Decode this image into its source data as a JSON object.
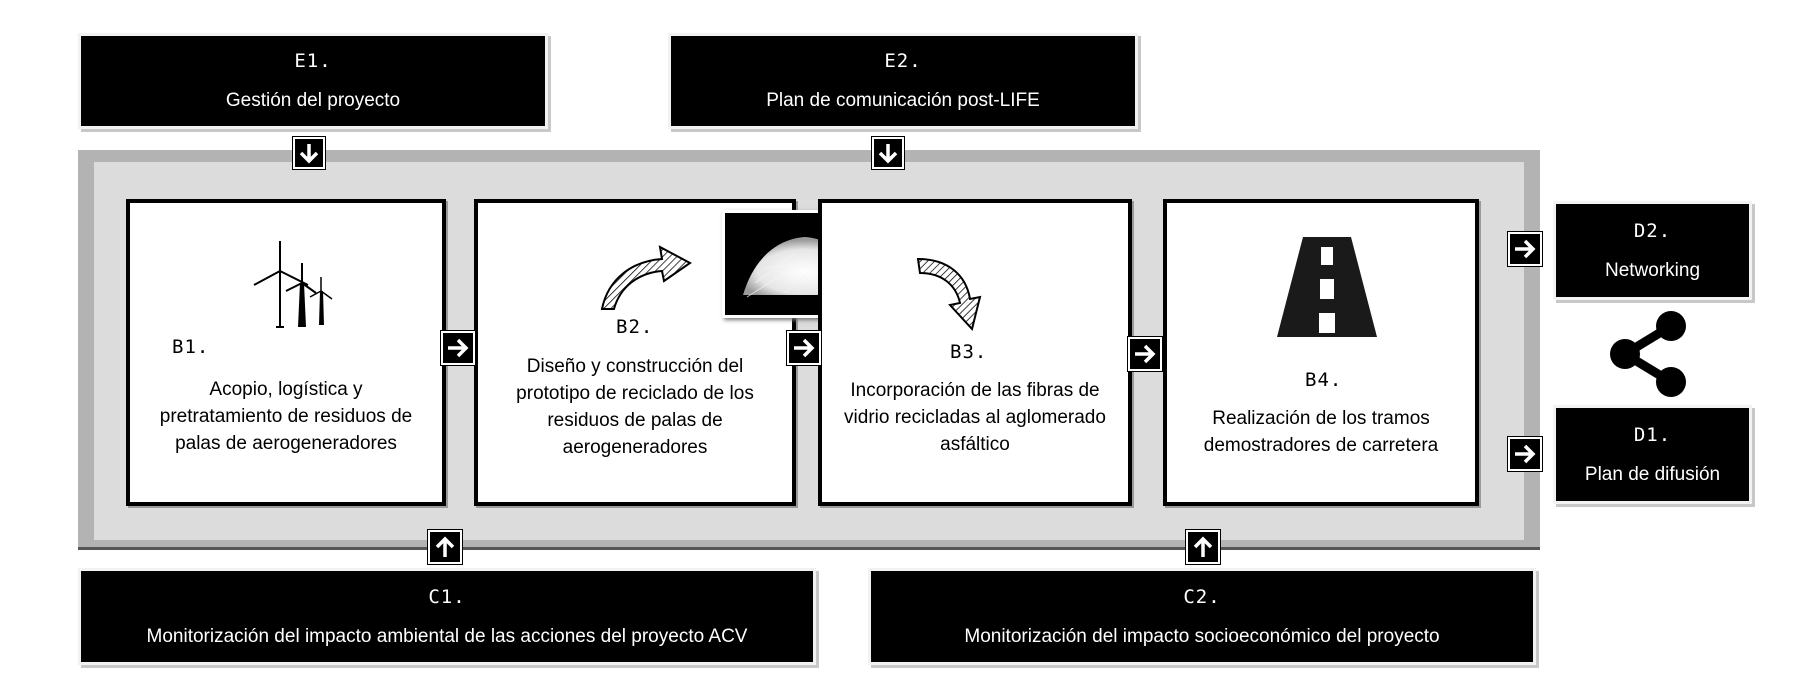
{
  "top": {
    "e1": {
      "code": "E1.",
      "title": "Gestión del proyecto"
    },
    "e2": {
      "code": "E2.",
      "title": "Plan de comunicación post-LIFE"
    }
  },
  "panels": [
    {
      "code": "B1.",
      "text": "Acopio, logística y pretratamiento de residuos de palas de aerogeneradores",
      "icon": "wind-turbine-icon"
    },
    {
      "code": "B2.",
      "text": "Diseño y construcción del prototipo de reciclado de los residuos de palas de aerogeneradores",
      "icon": "curved-arrow-icon"
    },
    {
      "code": "B3.",
      "text": "Incorporación de las fibras de vidrio recicladas al aglomerado asfáltico",
      "icon": "curved-arrow-down-icon"
    },
    {
      "code": "B4.",
      "text": "Realización de los tramos demostradores de carretera",
      "icon": "road-icon"
    }
  ],
  "side": {
    "d2": {
      "code": "D2.",
      "title": "Networking"
    },
    "d1": {
      "code": "D1.",
      "title": "Plan de difusión"
    }
  },
  "bottom": {
    "c1": {
      "code": "C1.",
      "title": "Monitorización del impacto ambiental de las acciones del proyecto ACV"
    },
    "c2": {
      "code": "C2.",
      "title": "Monitorización del impacto socioeconómico del proyecto"
    }
  },
  "colors": {
    "frame_outer": "#b3b3b3",
    "frame_inner": "#dcdcdc",
    "box": "#000000"
  }
}
